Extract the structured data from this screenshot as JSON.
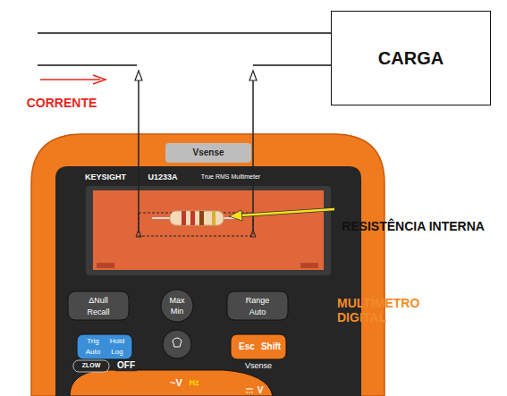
{
  "diagram": {
    "nodes": [
      {
        "text": [
          "CARGA"
        ]
      }
    ],
    "labels": [
      "CORRENTE",
      "RESISTÊNCIA INTERNA",
      "MULTÍMETRO DIGITAL",
      "Vsense",
      "KEYSIGHT",
      "U1233A",
      "True RMS Multimeter",
      "ΔNull",
      "Recall",
      "Max",
      "Min",
      "Range",
      "Auto",
      "Trig",
      "Auto",
      "Hold",
      "Log",
      "Esc",
      "Shift",
      "Vsense",
      "OFF",
      "~V",
      "Hz",
      "V",
      "ZLOW"
    ]
  }
}
